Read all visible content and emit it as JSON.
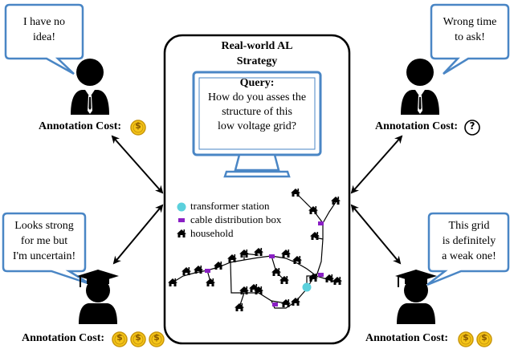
{
  "bubbles": {
    "top_left": [
      "I have no",
      "idea!"
    ],
    "top_right": [
      "Wrong time",
      "to ask!"
    ],
    "bottom_left": [
      "Looks strong",
      "for me but",
      "I'm uncertain!"
    ],
    "bottom_right": [
      "This grid",
      "is definitely",
      "a weak one!"
    ]
  },
  "costs": {
    "label": "Annotation Cost:",
    "top_left": "$",
    "top_right": "?",
    "bottom_left": [
      "$",
      "$",
      "$"
    ],
    "bottom_right": [
      "$",
      "$"
    ]
  },
  "panel": {
    "title_line1": "Real-world AL",
    "title_line2": "Strategy",
    "query_label": "Query:",
    "query_lines": [
      "How do you asses the",
      "structure of this",
      "low voltage grid?"
    ]
  },
  "legend": {
    "transformer": "transformer station",
    "cable_box": "cable distribution box",
    "household": "household"
  },
  "colors": {
    "bubble_border": "#4a86c5",
    "monitor_border": "#4a86c5",
    "coin_fill": "#f5c518",
    "coin_edge": "#c8960c",
    "transformer": "#5bd0dc",
    "cable_box": "#8a1fc4"
  }
}
